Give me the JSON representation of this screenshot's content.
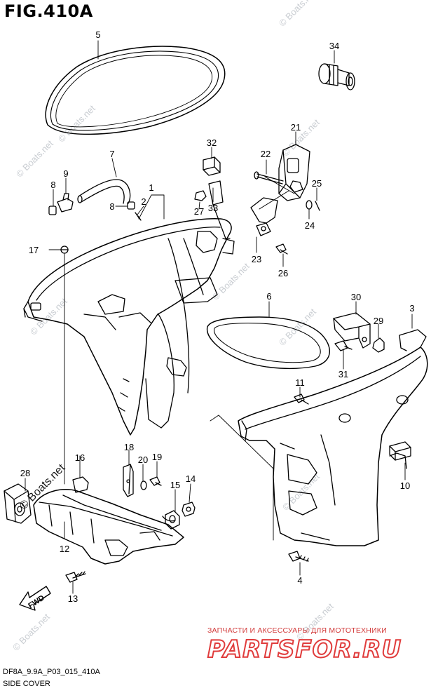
{
  "figure": {
    "title": "FIG.410A",
    "code": "DF8A_9.9A_P03_015_410A",
    "name": "SIDE COVER"
  },
  "watermark": "© Boats.net",
  "promo": {
    "text": "ЗАПЧАСТИ И АКСЕССУАРЫ ДЛЯ МОТОТЕХНИКИ",
    "brand": "PARTSFOR.RU"
  },
  "fwd_label": "FWD",
  "callouts": [
    "1",
    "2",
    "3",
    "4",
    "5",
    "6",
    "7",
    "8",
    "8",
    "9",
    "10",
    "11",
    "12",
    "13",
    "14",
    "15",
    "16",
    "17",
    "18",
    "19",
    "20",
    "21",
    "22",
    "23",
    "24",
    "25",
    "26",
    "27",
    "28",
    "29",
    "30",
    "31",
    "32",
    "33",
    "34"
  ]
}
